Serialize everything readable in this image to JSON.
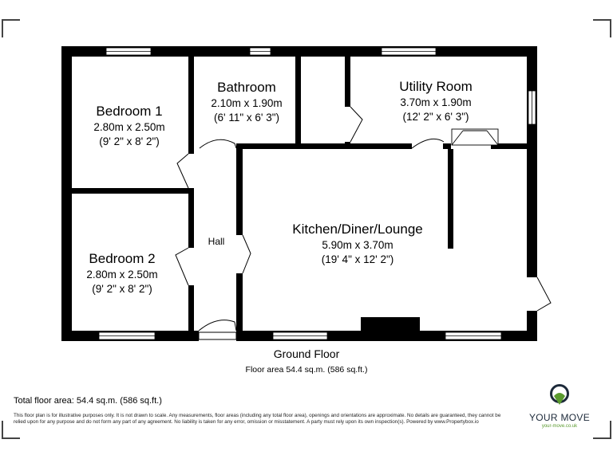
{
  "rooms": {
    "bedroom1": {
      "name": "Bedroom 1",
      "metric": "2.80m x 2.50m",
      "imperial": "(9' 2\" x 8' 2\")"
    },
    "bathroom": {
      "name": "Bathroom",
      "metric": "2.10m x 1.90m",
      "imperial": "(6' 11\" x 6' 3\")"
    },
    "utility": {
      "name": "Utility Room",
      "metric": "3.70m x 1.90m",
      "imperial": "(12' 2\" x 6' 3\")"
    },
    "kitchen": {
      "name": "Kitchen/Diner/Lounge",
      "metric": "5.90m x 3.70m",
      "imperial": "(19' 4\" x 12' 2\")"
    },
    "bedroom2": {
      "name": "Bedroom 2",
      "metric": "2.80m x 2.50m",
      "imperial": "(9' 2\" x 8' 2\")"
    },
    "hall": {
      "name": "Hall"
    }
  },
  "floor": {
    "title": "Ground Floor",
    "area": "Floor area 54.4 sq.m. (586 sq.ft.)"
  },
  "total_area": "Total floor area: 54.4 sq.m. (586 sq.ft.)",
  "disclaimer": "This floor plan is for illustrative purposes only. It is not drawn to scale. Any measurements, floor areas (including any total floor area), openings and orientations are approximate. No details are guaranteed, they cannot be relied upon for any purpose and do not form any part of any agreement. No liability is taken for any error, omission or misstatement. A party must rely upon its own inspection(s). Powered by www.Propertybox.io",
  "brand": {
    "name": "YOUR MOVE",
    "url": "your-move.co.uk",
    "colors": {
      "navy": "#1d2a3a",
      "green": "#5a9a2e"
    }
  },
  "colors": {
    "wall": "#000000",
    "window": "#cfcfcf"
  }
}
